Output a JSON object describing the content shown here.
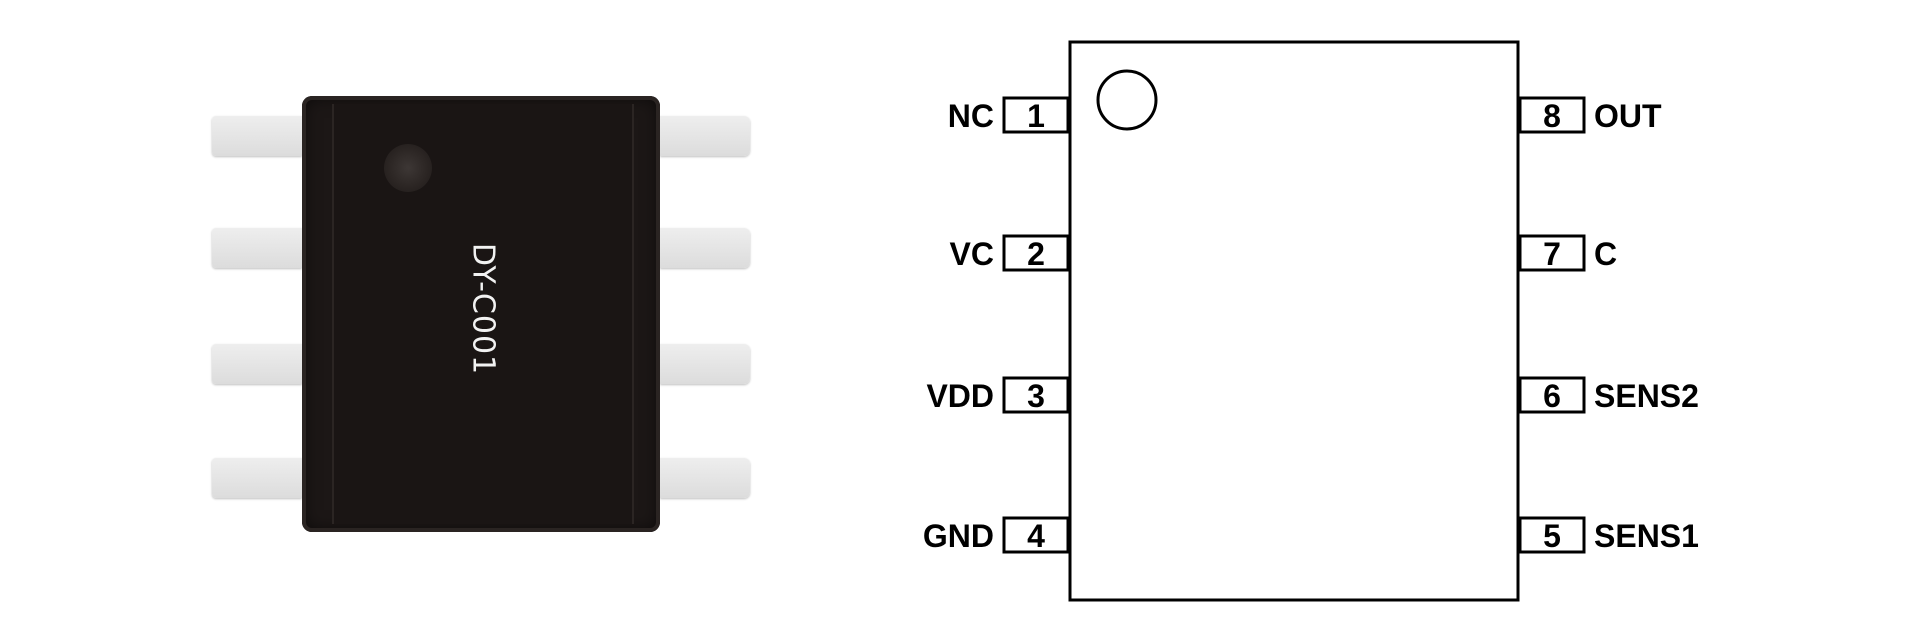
{
  "package": {
    "marking": "DY-C001"
  },
  "pinout": {
    "left_pins": [
      {
        "number": "1",
        "name": "NC"
      },
      {
        "number": "2",
        "name": "VC"
      },
      {
        "number": "3",
        "name": "VDD"
      },
      {
        "number": "4",
        "name": "GND"
      }
    ],
    "right_pins": [
      {
        "number": "8",
        "name": "OUT"
      },
      {
        "number": "7",
        "name": "C"
      },
      {
        "number": "6",
        "name": "SENS2"
      },
      {
        "number": "5",
        "name": "SENS1"
      }
    ]
  },
  "colors": {
    "line": "#000000",
    "chip_body": "#1c1716",
    "lead": "#e6e6e6",
    "marking_text": "#f2f2f2"
  },
  "icons": {
    "pin1_indicator": "circle-icon"
  }
}
